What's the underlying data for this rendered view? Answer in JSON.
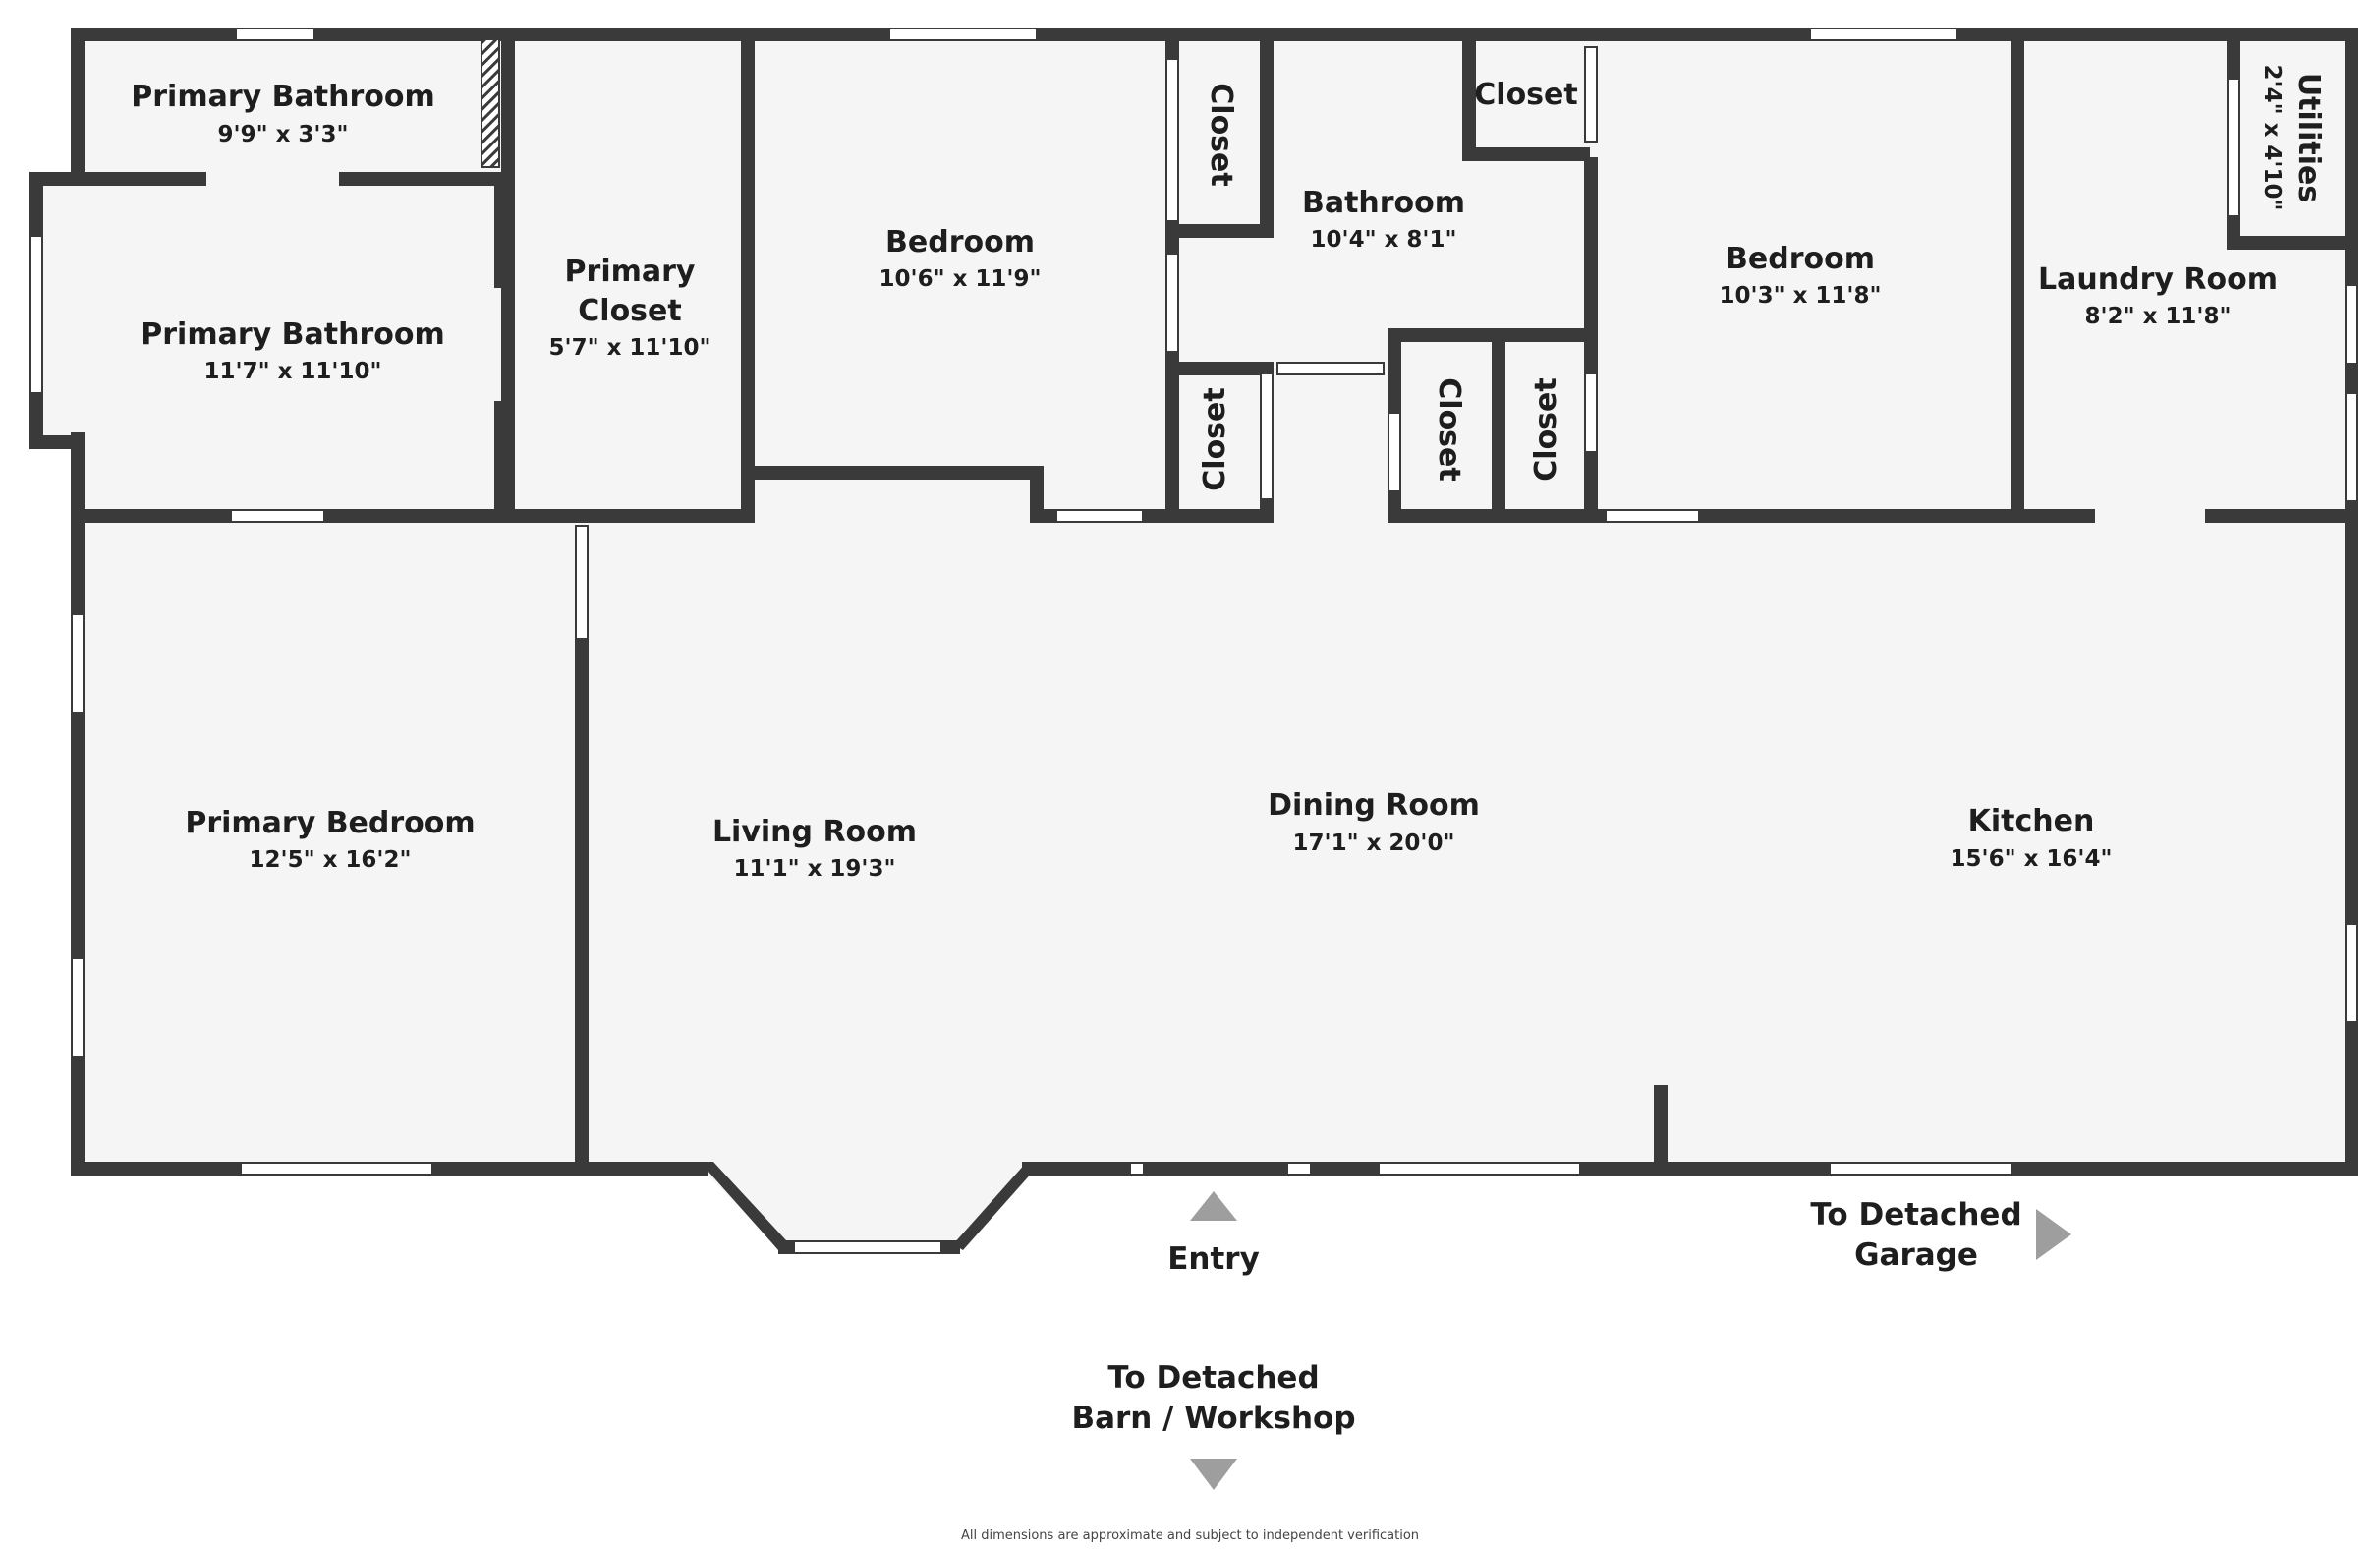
{
  "rooms": {
    "primary_bath_small": {
      "name": "Primary Bathroom",
      "dim": "9'9\" x 3'3\""
    },
    "primary_bath": {
      "name": "Primary Bathroom",
      "dim": "11'7\" x 11'10\""
    },
    "primary_closet": {
      "name_line1": "Primary",
      "name_line2": "Closet",
      "dim": "5'7\" x 11'10\""
    },
    "bedroom_1": {
      "name": "Bedroom",
      "dim": "10'6\" x 11'9\""
    },
    "closet_a": {
      "name": "Closet"
    },
    "bathroom": {
      "name": "Bathroom",
      "dim": "10'4\" x 8'1\""
    },
    "closet_b": {
      "name": "Closet"
    },
    "closet_c": {
      "name": "Closet"
    },
    "closet_d": {
      "name": "Closet"
    },
    "closet_e": {
      "name": "Closet"
    },
    "bedroom_2": {
      "name": "Bedroom",
      "dim": "10'3\" x 11'8\""
    },
    "utilities": {
      "name": "Utilities",
      "dim": "2'4\" x 4'10\""
    },
    "laundry": {
      "name": "Laundry Room",
      "dim": "8'2\" x 11'8\""
    },
    "primary_bedroom": {
      "name": "Primary Bedroom",
      "dim": "12'5\" x 16'2\""
    },
    "living": {
      "name": "Living Room",
      "dim": "11'1\" x 19'3\""
    },
    "dining": {
      "name": "Dining Room",
      "dim": "17'1\" x 20'0\""
    },
    "kitchen": {
      "name": "Kitchen",
      "dim": "15'6\" x 16'4\""
    }
  },
  "labels": {
    "entry": "Entry",
    "garage_line1": "To Detached",
    "garage_line2": "Garage",
    "barn_line1": "To Detached",
    "barn_line2": "Barn / Workshop"
  },
  "disclaimer": "All dimensions are approximate and subject to independent verification",
  "colors": {
    "wall": "#3a3a3a",
    "floor": "#f5f5f5",
    "arrow": "#9e9e9e"
  },
  "icons": [
    "arrow-up-icon",
    "arrow-right-icon",
    "arrow-down-icon"
  ]
}
